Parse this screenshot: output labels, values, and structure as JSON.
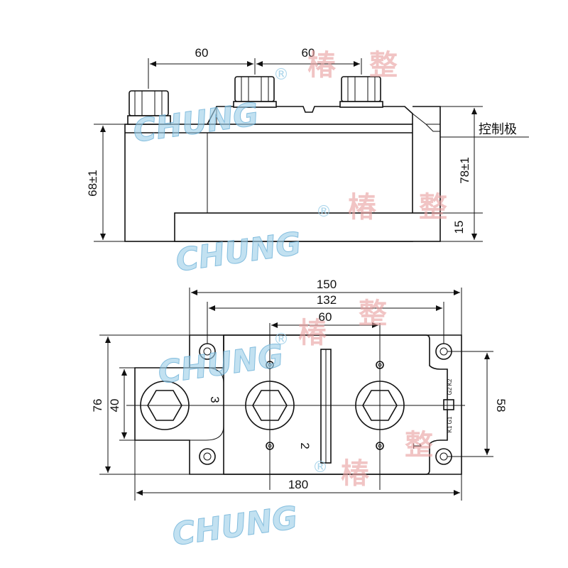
{
  "top_view": {
    "dim_a": "60",
    "dim_b": "60",
    "height_left": "68±1",
    "height_right": "78±1",
    "base_thickness": "15",
    "gate_label": "控制极"
  },
  "bottom_view": {
    "width_outer": "150",
    "width_inner": "132",
    "terminal_spacing": "60",
    "height_76": "76",
    "height_40": "40",
    "height_58": "58",
    "total_length": "180",
    "terminal_3": "3",
    "terminal_2": "2",
    "terminal_1": "1",
    "pin_g2k2": "G2 K2",
    "pin_k1g1": "K1 G1"
  },
  "watermark": {
    "latin": "CHUNG",
    "cjk": "椿整",
    "reg": "®"
  }
}
